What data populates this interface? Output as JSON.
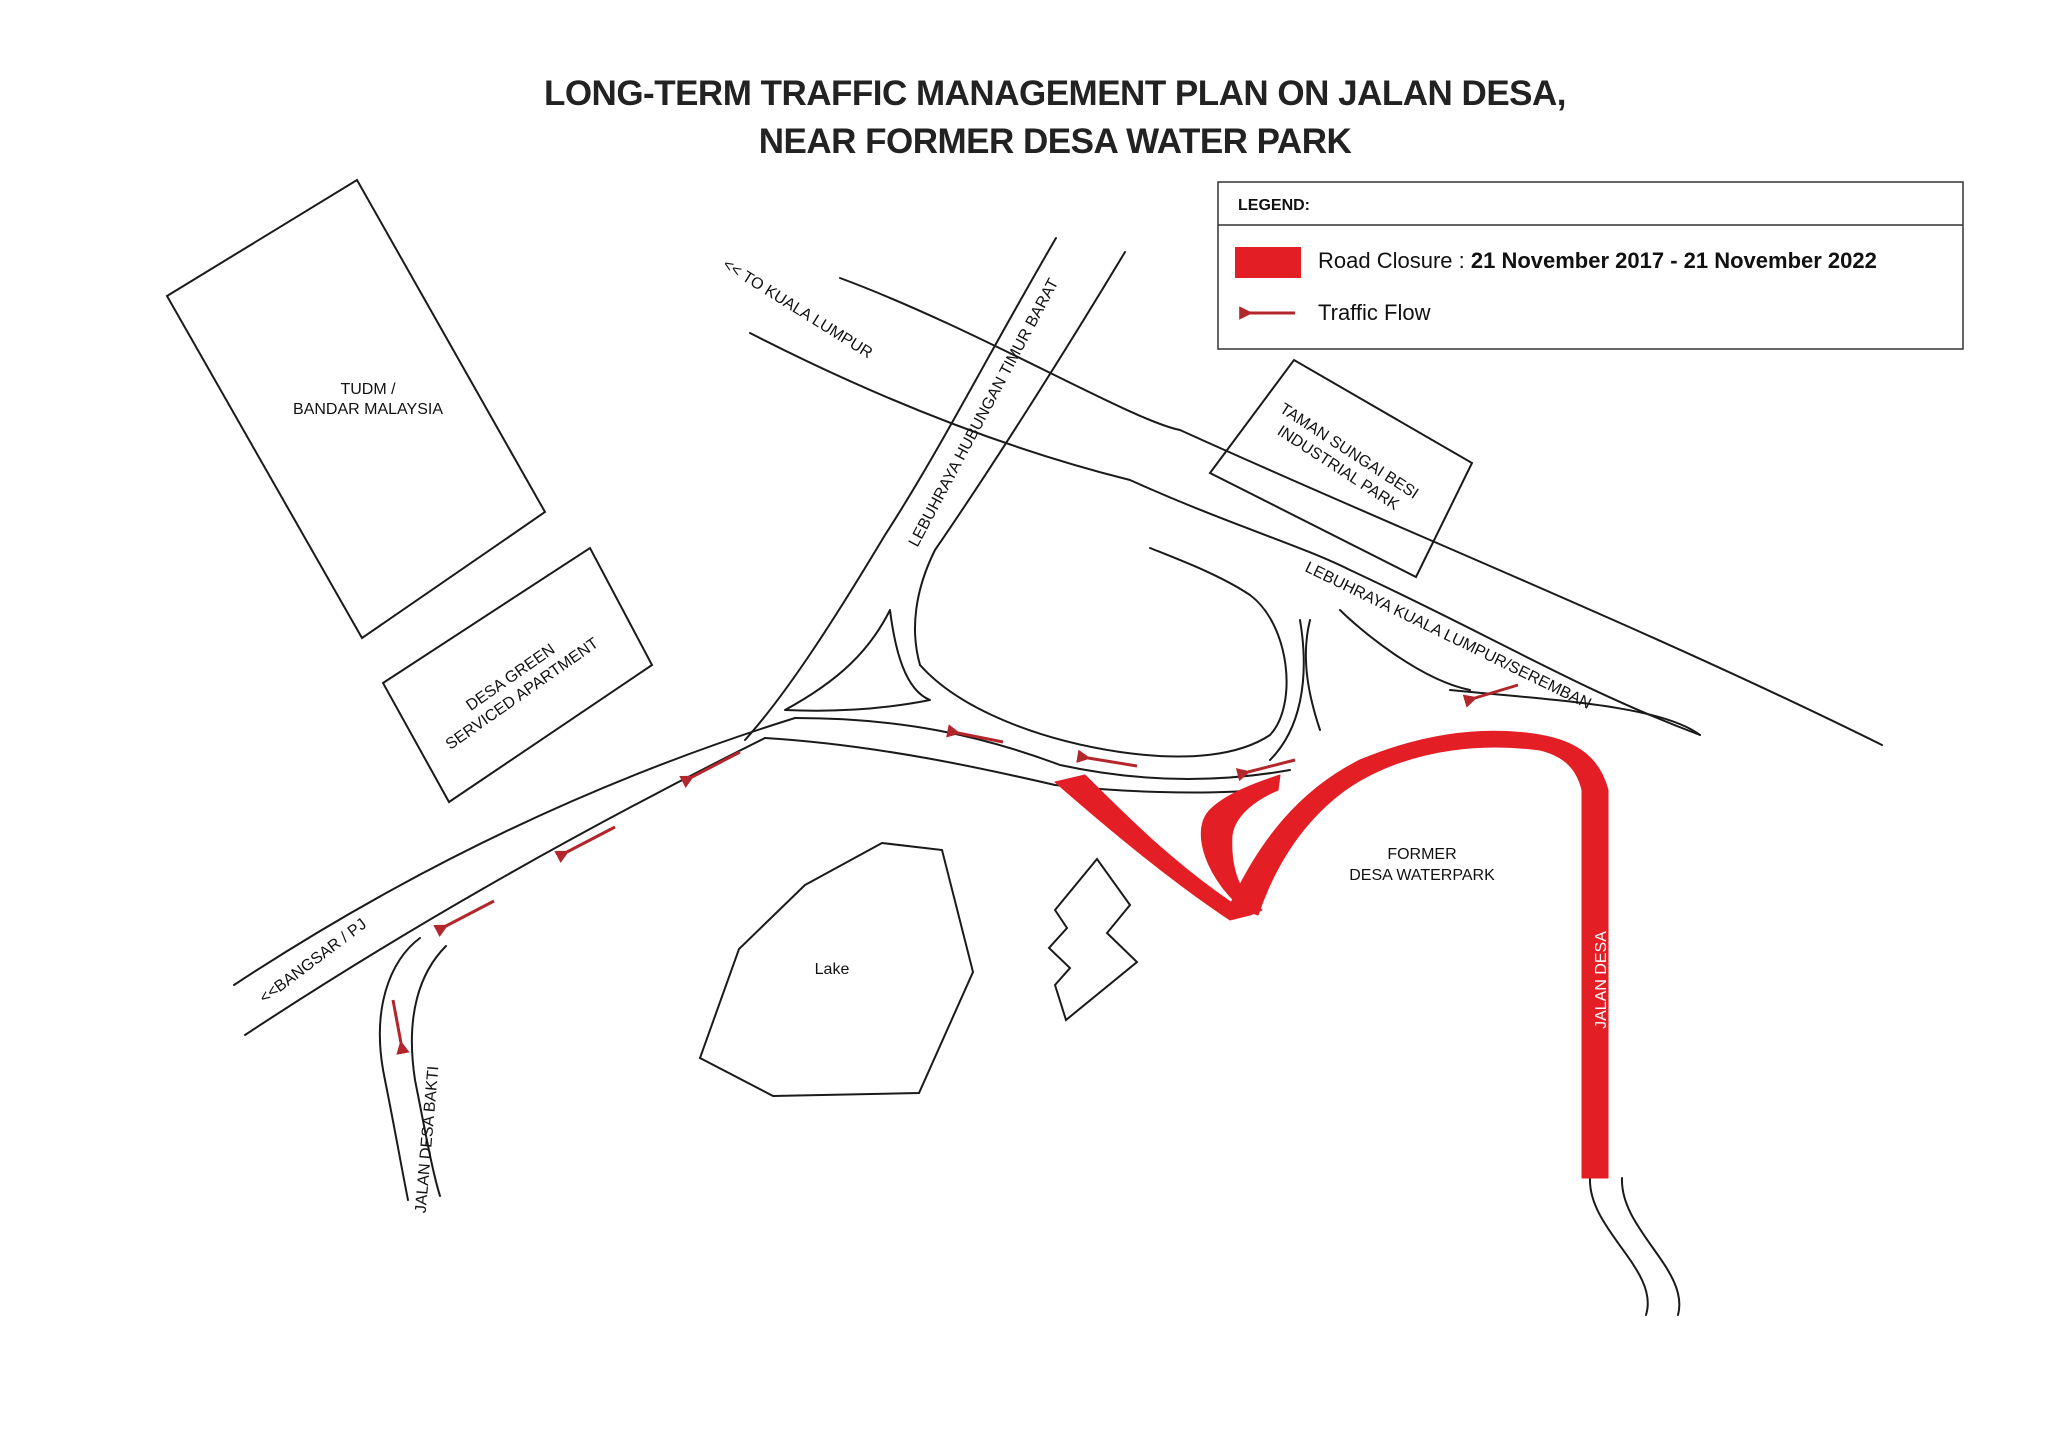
{
  "title": {
    "line1": "LONG-TERM TRAFFIC MANAGEMENT PLAN ON JALAN DESA,",
    "line2": "NEAR FORMER DESA WATER PARK"
  },
  "legend": {
    "heading": "LEGEND:",
    "closure_label": "Road Closure : ",
    "closure_dates": "21 November 2017 - 21 November 2022",
    "flow_label": "Traffic Flow"
  },
  "labels": {
    "tudm_line1": "TUDM /",
    "tudm_line2": "BANDAR MALAYSIA",
    "desa_green_line1": "DESA GREEN",
    "desa_green_line2": "SERVICED APARTMENT",
    "taman_line1": "TAMAN SUNGAI BESI",
    "taman_line2": "INDUSTRIAL PARK",
    "to_kl": "<< TO KUALA LUMPUR",
    "hubungan": "LEBUHRAYA HUBUNGAN TIMUR BARAT",
    "klseremban": "LEBUHRAYA KUALA LUMPUR/SEREMBAN",
    "bangsar": "<<BANGSAR / PJ",
    "desa_bakti": "JALAN DESA BAKTI",
    "jalan_desa": "JALAN DESA",
    "waterpark_line1": "FORMER",
    "waterpark_line2": "DESA WATERPARK",
    "lake": "Lake"
  },
  "colors": {
    "closure": "#e31e25",
    "arrow": "#b3262b",
    "line": "#1a1a1a"
  }
}
